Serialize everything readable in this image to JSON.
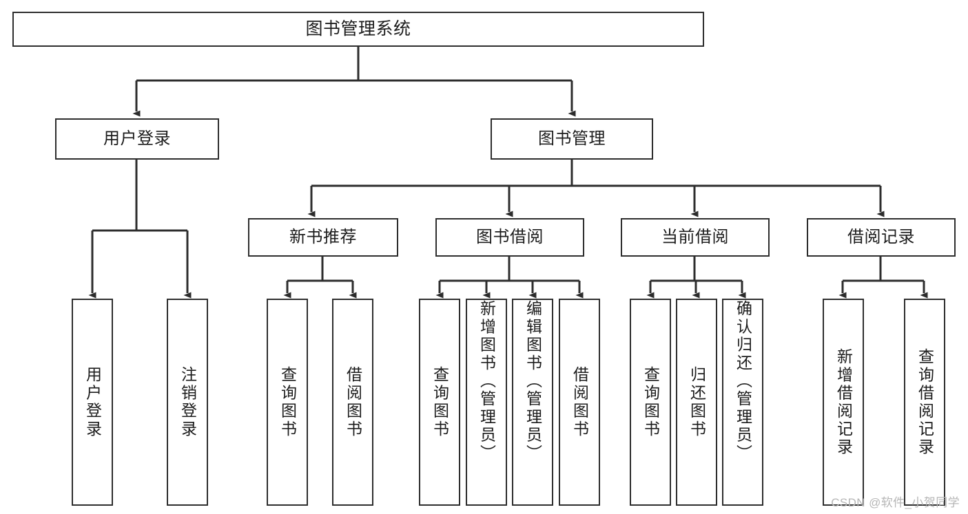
{
  "diagram": {
    "title_text": "图书管理系统",
    "watermark": "CSDN @软件_小贺同学",
    "line_color": "#2d2d2d",
    "box_fill": "#ffffff",
    "text_color": "#1c1c1c",
    "nodes": {
      "root": {
        "label": "图书管理系统"
      },
      "level2": [
        {
          "key": "user_login",
          "label": "用户登录"
        },
        {
          "key": "book_manage",
          "label": "图书管理"
        }
      ],
      "level3": [
        {
          "key": "new_book_rec",
          "label": "新书推荐"
        },
        {
          "key": "book_borrow",
          "label": "图书借阅"
        },
        {
          "key": "current_borrow",
          "label": "当前借阅"
        },
        {
          "key": "borrow_record",
          "label": "借阅记录"
        }
      ],
      "leaves": {
        "user_login": [
          {
            "key": "leaf-user-login",
            "label": "用户登录"
          },
          {
            "key": "leaf-logout-login",
            "label": "注销登录"
          }
        ],
        "new_book_rec": [
          {
            "key": "leaf-query-book-1",
            "label": "查询图书"
          },
          {
            "key": "leaf-borrow-book-1",
            "label": "借阅图书"
          }
        ],
        "book_borrow": [
          {
            "key": "leaf-query-book-2",
            "label": "查询图书"
          },
          {
            "key": "leaf-add-book",
            "label": "新增图书（管理员）"
          },
          {
            "key": "leaf-edit-book",
            "label": "编辑图书（管理员）"
          },
          {
            "key": "leaf-borrow-book-2",
            "label": "借阅图书"
          }
        ],
        "current_borrow": [
          {
            "key": "leaf-query-book-3",
            "label": "查询图书"
          },
          {
            "key": "leaf-return-book",
            "label": "归还图书"
          },
          {
            "key": "leaf-confirm-return",
            "label": "确认归还（管理员）"
          }
        ],
        "borrow_record": [
          {
            "key": "leaf-add-record",
            "label": "新增借阅记录"
          },
          {
            "key": "leaf-query-record",
            "label": "查询借阅记录"
          }
        ]
      }
    }
  }
}
